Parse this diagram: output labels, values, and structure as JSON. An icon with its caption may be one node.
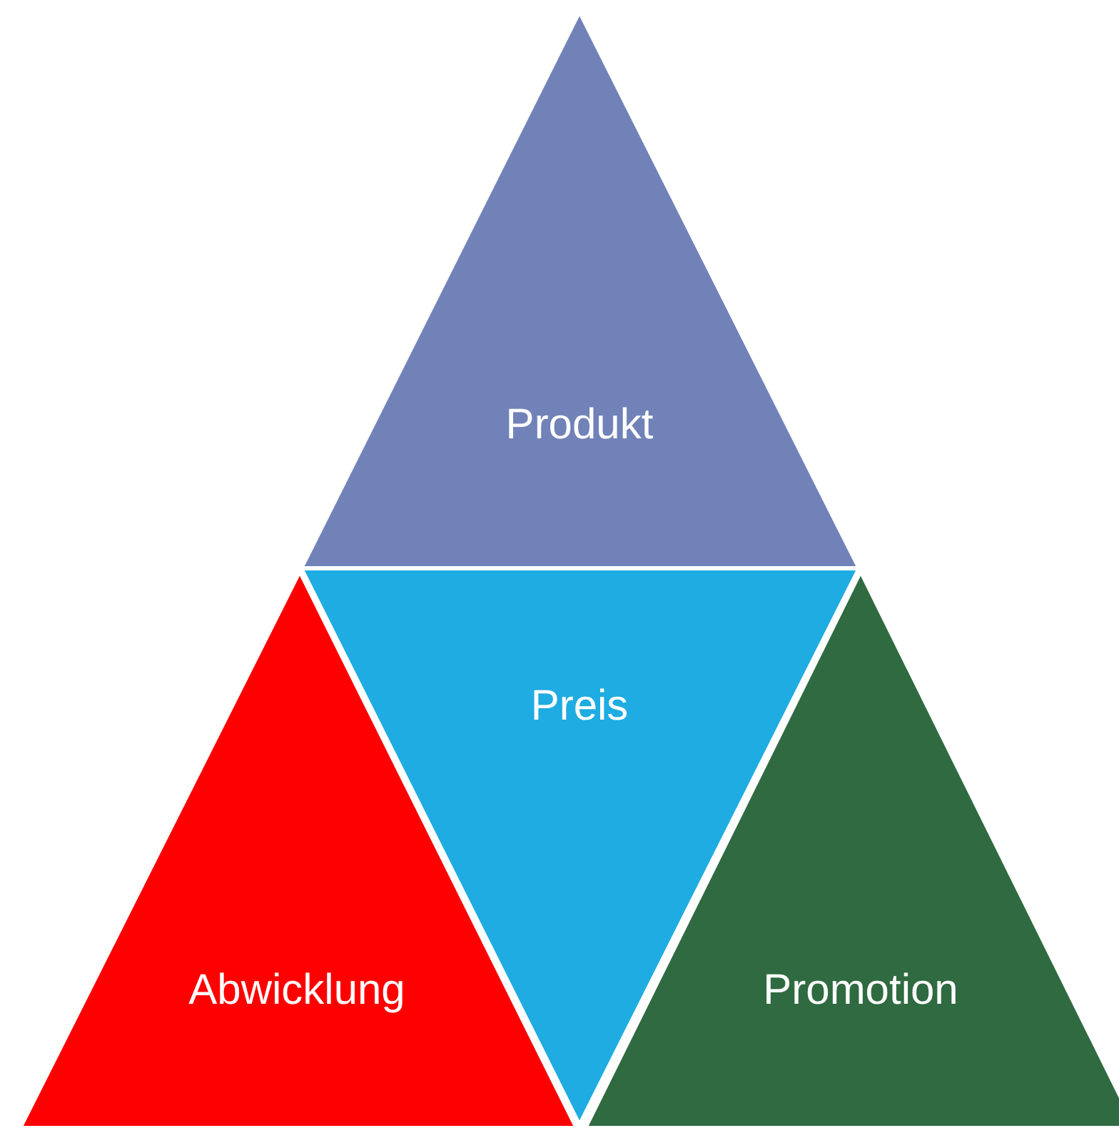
{
  "diagram": {
    "nodes": [
      {
        "text": [
          "Produkt"
        ]
      },
      {
        "text": [
          "Preis"
        ]
      },
      {
        "text": [
          "Abwicklung"
        ]
      },
      {
        "text": [
          "Promotion"
        ]
      }
    ]
  }
}
